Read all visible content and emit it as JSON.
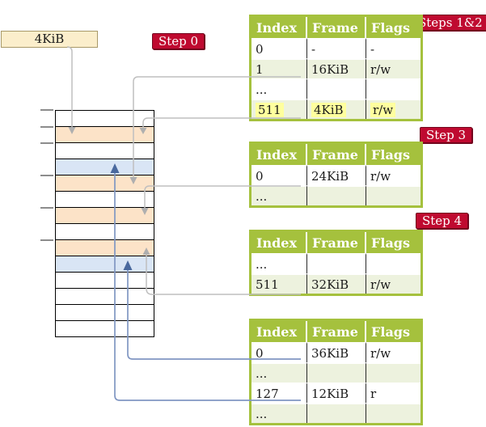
{
  "colors": {
    "accent_green": "#A5C13D",
    "row_shade_green": "#EDF2DE",
    "badge_red": "#BF0A30",
    "highlight_yellow": "#FFFF9E",
    "frame_page_table_orange": "#FCE3C8",
    "frame_mapped_page_blue": "#D9E5F5",
    "connector_gray": "#BFBFBF",
    "connector_blue": "#8096C2"
  },
  "frame_box": {
    "label": "4KiB"
  },
  "badges": [
    {
      "id": "step-0",
      "label": "Step 0"
    },
    {
      "id": "steps-1-2",
      "label": "Steps 1&2"
    },
    {
      "id": "step-3",
      "label": "Step 3"
    },
    {
      "id": "step-4",
      "label": "Step 4"
    }
  ],
  "memory_stack": {
    "rows": [
      {
        "type": "free"
      },
      {
        "type": "page-table"
      },
      {
        "type": "free"
      },
      {
        "type": "mapped-page"
      },
      {
        "type": "page-table"
      },
      {
        "type": "free"
      },
      {
        "type": "page-table"
      },
      {
        "type": "free"
      },
      {
        "type": "page-table"
      },
      {
        "type": "mapped-page"
      },
      {
        "type": "free"
      },
      {
        "type": "free"
      },
      {
        "type": "free"
      },
      {
        "type": "free"
      }
    ]
  },
  "tables": [
    {
      "id": "table-steps-1-2",
      "headers": [
        "Index",
        "Frame",
        "Flags"
      ],
      "rows": [
        {
          "cells": [
            "0",
            "-",
            "-"
          ],
          "shade": false,
          "highlight": false
        },
        {
          "cells": [
            "1",
            "16KiB",
            "r/w"
          ],
          "shade": true,
          "highlight": false
        },
        {
          "cells": [
            "...",
            "",
            ""
          ],
          "shade": false,
          "highlight": false
        },
        {
          "cells": [
            "511",
            "4KiB",
            "r/w"
          ],
          "shade": true,
          "highlight": true
        }
      ]
    },
    {
      "id": "table-step-3",
      "headers": [
        "Index",
        "Frame",
        "Flags"
      ],
      "rows": [
        {
          "cells": [
            "0",
            "24KiB",
            "r/w"
          ],
          "shade": false,
          "highlight": false
        },
        {
          "cells": [
            "...",
            "",
            ""
          ],
          "shade": true,
          "highlight": false
        }
      ]
    },
    {
      "id": "table-step-4",
      "headers": [
        "Index",
        "Frame",
        "Flags"
      ],
      "rows": [
        {
          "cells": [
            "...",
            "",
            ""
          ],
          "shade": false,
          "highlight": false
        },
        {
          "cells": [
            "511",
            "32KiB",
            "r/w"
          ],
          "shade": true,
          "highlight": false
        }
      ]
    },
    {
      "id": "table-final",
      "headers": [
        "Index",
        "Frame",
        "Flags"
      ],
      "rows": [
        {
          "cells": [
            "0",
            "36KiB",
            "r/w"
          ],
          "shade": false,
          "highlight": false
        },
        {
          "cells": [
            "...",
            "",
            ""
          ],
          "shade": true,
          "highlight": false
        },
        {
          "cells": [
            "127",
            "12KiB",
            "r"
          ],
          "shade": false,
          "highlight": false
        },
        {
          "cells": [
            "...",
            "",
            ""
          ],
          "shade": true,
          "highlight": false
        }
      ]
    }
  ]
}
